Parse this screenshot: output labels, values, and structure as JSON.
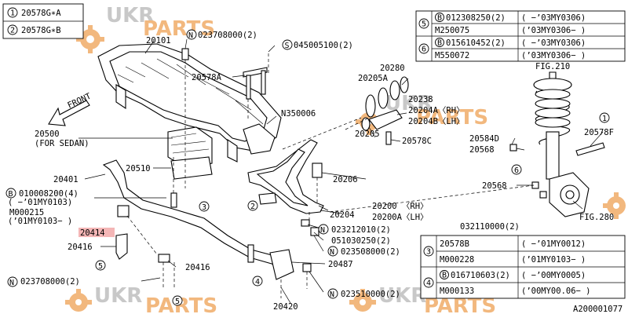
{
  "legend_top_left": [
    {
      "num": "1",
      "code": "20578G∗A"
    },
    {
      "num": "2",
      "code": "20578G∗B"
    }
  ],
  "table_top_right": [
    {
      "num": "5",
      "rows": [
        {
          "part": "012308250(2)",
          "prefix": "B",
          "range": "(  −’03MY0306)"
        },
        {
          "part": "M250075",
          "prefix": "",
          "range": "(’03MY0306−  )"
        }
      ]
    },
    {
      "num": "6",
      "rows": [
        {
          "part": "015610452(2)",
          "prefix": "B",
          "range": "(  −’03MY0306)"
        },
        {
          "part": "M550072",
          "prefix": "",
          "range": "(’03MY0306−  )"
        }
      ]
    }
  ],
  "table_bottom_right": [
    {
      "num": "3",
      "rows": [
        {
          "part": "20578B",
          "prefix": "",
          "range": "(  −’01MY0012)"
        },
        {
          "part": "M000228",
          "prefix": "",
          "range": "(’01MY0103−  )"
        }
      ]
    },
    {
      "num": "4",
      "rows": [
        {
          "part": "016710603(2)",
          "prefix": "B",
          "range": "(  −’00MY0005)"
        },
        {
          "part": "M000133",
          "prefix": "",
          "range": "(’00MY00.06−  )"
        }
      ]
    }
  ],
  "labels": {
    "p20101": "20101",
    "p023708000_top": "023708000(2)",
    "p045005100": "045005100(2)",
    "p20578A": "20578A",
    "p20280": "20280",
    "p20205A": "20205A",
    "fig210": "FIG.210",
    "front": "FRONT",
    "n350006": "N350006",
    "p20238": "20238",
    "p20204A": "20204A〈RH〉",
    "p20204B": "20204B〈LH〉",
    "p20205": "20205",
    "p20578C": "20578C",
    "p20500": "20500",
    "p20500_note": "(FOR SEDAN)",
    "p20584D": "20584D",
    "p20568_a": "20568",
    "p20578F": "20578F",
    "p20510": "20510",
    "p20206": "20206",
    "p20401": "20401",
    "p010008200": "010008200(4)",
    "p010008200_range": "(  −’01MY0103)",
    "pM000215": "M000215",
    "pM000215_range": "(’01MY0103−  )",
    "p20568_b": "20568",
    "p20200": "20200 〈RH〉",
    "p20200A": "20200A〈LH〉",
    "p20204": "20204",
    "p032110000": "032110000(2)",
    "fig280": "FIG.280",
    "p023212010": "023212010(2)",
    "p051030250": "051030250(2)",
    "p023508000": "023508000(2)",
    "p20414": "20414",
    "p20416_a": "20416",
    "p20416_b": "20416",
    "p20487": "20487",
    "p023708000_bot": "023708000(2)",
    "p023510000": "023510000(2)",
    "p20420": "20420",
    "diagram_id": "A200001077"
  },
  "watermark": {
    "ukr": "UKR",
    "parts": "PARTS"
  },
  "colors": {
    "highlight": "#f4b6b6",
    "watermark_gray": "#c8c8c8",
    "watermark_orange": "#f2b87e",
    "line": "#000000"
  }
}
